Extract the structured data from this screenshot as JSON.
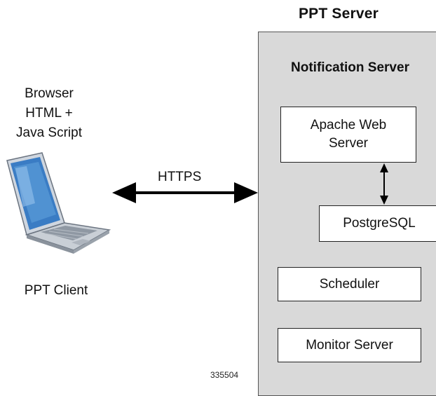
{
  "server": {
    "title": "PPT Server",
    "notification_title": "Notification Server",
    "components": {
      "apache": "Apache Web\nServer",
      "postgres": "PostgreSQL",
      "scheduler": "Scheduler",
      "monitor": "Monitor Server"
    }
  },
  "client": {
    "browser_lines": "Browser\nHTML +\nJava Script",
    "label": "PPT Client"
  },
  "link": {
    "protocol": "HTTPS"
  },
  "figure_id": "335504",
  "colors": {
    "server_panel": "#d9d9d9",
    "laptop_blue": "#3a7cc4"
  },
  "icons": {
    "client_device": "laptop-icon"
  }
}
